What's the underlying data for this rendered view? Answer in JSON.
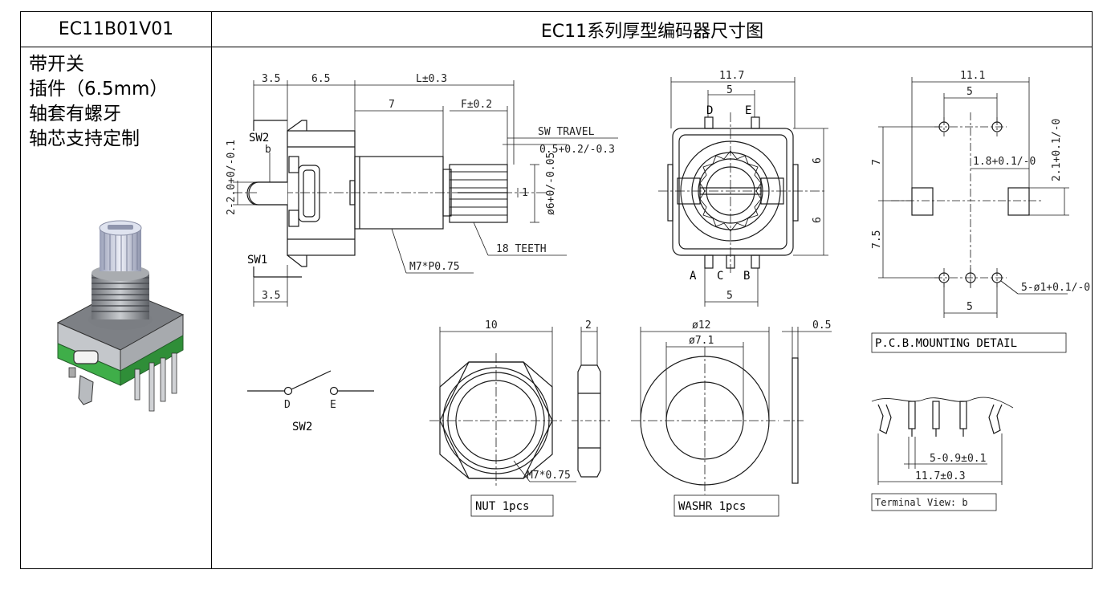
{
  "header": {
    "model": "EC11B01V01",
    "title": "EC11系列厚型编码器尺寸图"
  },
  "features": [
    "带开关",
    "插件（6.5mm）",
    "轴套有螺牙",
    "轴芯支持定制"
  ],
  "side_view": {
    "dim_3_5_top": "3.5",
    "dim_6_5": "6.5",
    "dim_L": "L±0.3",
    "dim_7": "7",
    "dim_F": "F±0.2",
    "sw_travel": "SW TRAVEL",
    "sw_travel_tol": "0.5+0.2/-0.3",
    "sw2": "SW2",
    "b": "b",
    "dim_2_2": "2-2.0+0/-0.1",
    "dim_1": "1",
    "dim_phi6": "ø6+0/-0.05",
    "teeth": "18 TEETH",
    "thread": "M7*P0.75",
    "sw1": "SW1",
    "dim_3_5_bottom": "3.5"
  },
  "front_view": {
    "dim_11_7": "11.7",
    "dim_5_top": "5",
    "pin_d": "D",
    "pin_e": "E",
    "dim_6_a": "6",
    "dim_6_b": "6",
    "pin_a": "A",
    "pin_c": "C",
    "pin_b": "B",
    "dim_5_bottom": "5"
  },
  "pcb": {
    "dim_11_1": "11.1",
    "dim_5_top": "5",
    "dim_7": "7",
    "dim_1_8": "1.8+0.1/-0",
    "dim_2_1": "2.1+0.1/-0",
    "dim_7_5": "7.5",
    "holes": "5-ø1+0.1/-0",
    "dim_5_bottom": "5",
    "caption": "P.C.B.MOUNTING DETAIL"
  },
  "switch": {
    "pin_d": "D",
    "pin_e": "E",
    "label": "SW2"
  },
  "nut": {
    "dim_10": "10",
    "dim_2": "2",
    "thread": "M7*0.75",
    "caption": "NUT 1pcs"
  },
  "washer": {
    "dim_12": "ø12",
    "dim_7_1": "ø7.1",
    "dim_0_5": "0.5",
    "caption": "WASHR  1pcs"
  },
  "terminal": {
    "dim_pin": "5-0.9±0.1",
    "dim_width": "11.7±0.3",
    "caption": "Terminal View: b"
  },
  "colors": {
    "line": "#1a1a1a",
    "pcb_green": "#3fae49",
    "metal": "#b9bcc0",
    "knob": "#c8cdde"
  }
}
